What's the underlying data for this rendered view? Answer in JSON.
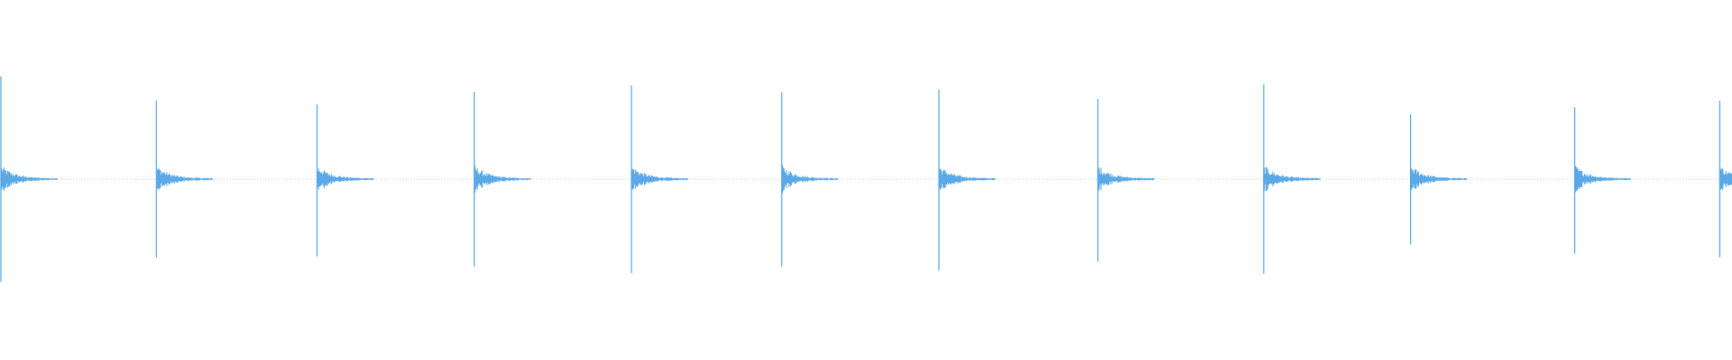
{
  "waveform": {
    "color": "#5aa9e6",
    "background": "#ffffff",
    "transients": [
      {
        "time": 0.0,
        "peak_up": 0.574,
        "peak_down": 0.574
      },
      {
        "time": 0.09,
        "peak_up": 0.438,
        "peak_down": 0.438
      },
      {
        "time": 0.183,
        "peak_up": 0.418,
        "peak_down": 0.432
      },
      {
        "time": 0.274,
        "peak_up": 0.488,
        "peak_down": 0.488
      },
      {
        "time": 0.365,
        "peak_up": 0.523,
        "peak_down": 0.525
      },
      {
        "time": 0.452,
        "peak_up": 0.485,
        "peak_down": 0.488
      },
      {
        "time": 0.543,
        "peak_up": 0.5,
        "peak_down": 0.508
      },
      {
        "time": 0.635,
        "peak_up": 0.448,
        "peak_down": 0.46
      },
      {
        "time": 0.731,
        "peak_up": 0.528,
        "peak_down": 0.528
      },
      {
        "time": 0.816,
        "peak_up": 0.362,
        "peak_down": 0.365
      },
      {
        "time": 0.911,
        "peak_up": 0.401,
        "peak_down": 0.416
      },
      {
        "time": 0.995,
        "peak_up": 0.438,
        "peak_down": 0.438
      }
    ]
  }
}
